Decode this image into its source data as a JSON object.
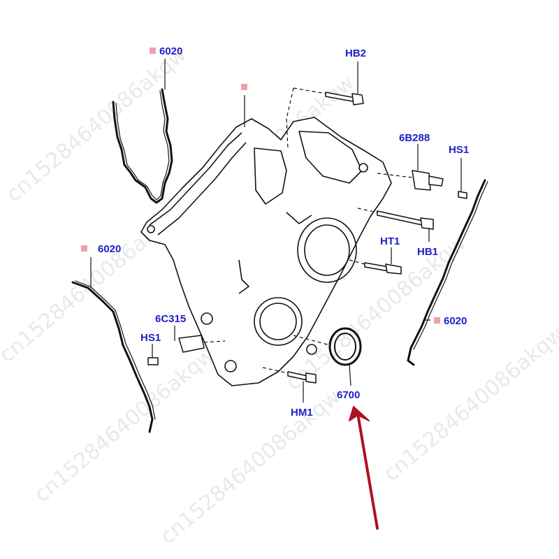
{
  "diagram": {
    "callouts": [
      {
        "id": "c-6020-top",
        "label": "6020",
        "marker": true
      },
      {
        "id": "c-blank-top",
        "label": "",
        "marker": true
      },
      {
        "id": "c-hb2",
        "label": "HB2",
        "marker": false
      },
      {
        "id": "c-6b288",
        "label": "6B288",
        "marker": false
      },
      {
        "id": "c-hs1-right",
        "label": "HS1",
        "marker": false
      },
      {
        "id": "c-6020-left",
        "label": "6020",
        "marker": true
      },
      {
        "id": "c-ht1",
        "label": "HT1",
        "marker": false
      },
      {
        "id": "c-hb1",
        "label": "HB1",
        "marker": false
      },
      {
        "id": "c-6c315",
        "label": "6C315",
        "marker": false
      },
      {
        "id": "c-hs1-left",
        "label": "HS1",
        "marker": false
      },
      {
        "id": "c-6020-right",
        "label": "6020",
        "marker": true
      },
      {
        "id": "c-6700",
        "label": "6700",
        "marker": false
      },
      {
        "id": "c-hm1",
        "label": "HM1",
        "marker": false
      }
    ],
    "watermark_text": "cn15284640086akqw",
    "colors": {
      "label": "#2020c8",
      "marker": "#f0a0a8",
      "line": "#111111",
      "arrow": "#b01020",
      "watermark": "#d8d8d8"
    }
  }
}
